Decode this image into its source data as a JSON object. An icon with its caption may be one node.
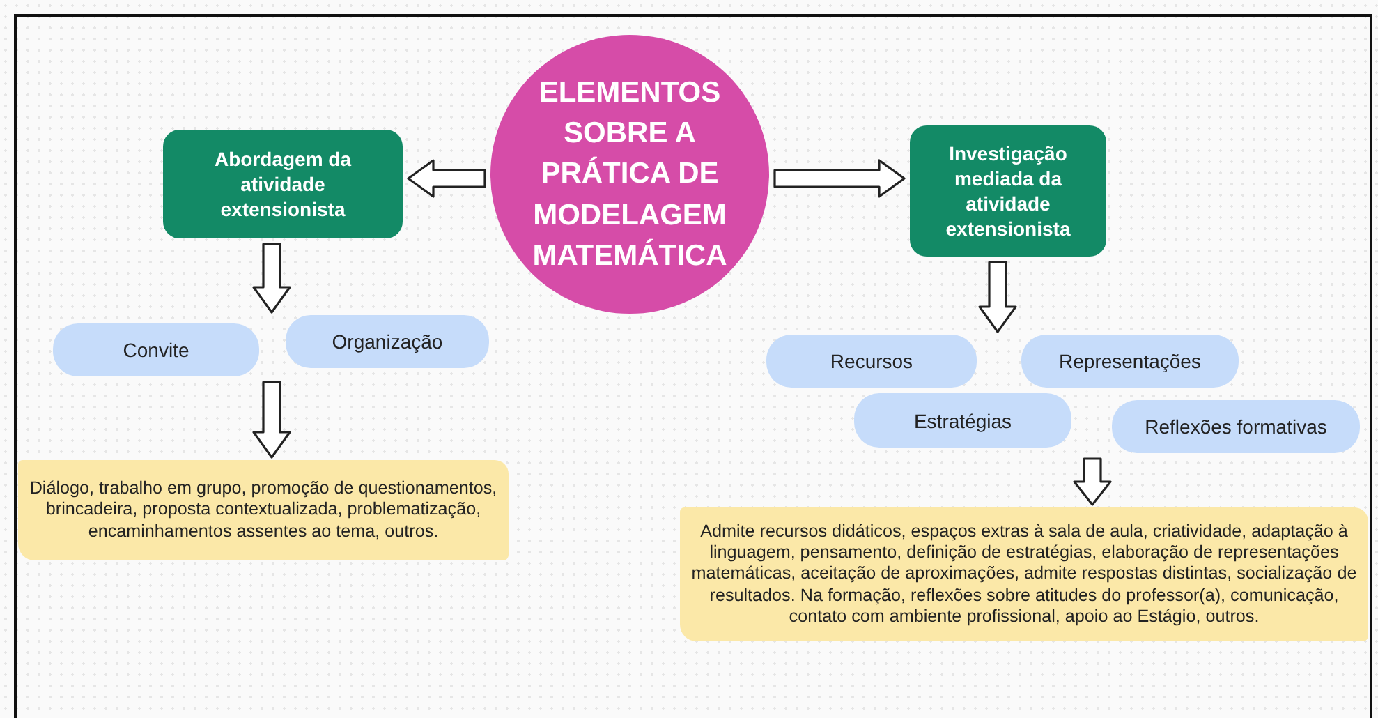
{
  "diagram": {
    "nodes": [
      {
        "text": [
          "ELEMENTOS SOBRE A PRÁTICA DE MODELAGEM MATEMÁTICA"
        ]
      },
      {
        "text": [
          "Abordagem da atividade extensionista"
        ]
      },
      {
        "text": [
          "Investigação mediada da atividade extensionista"
        ]
      },
      {
        "text": [
          "Convite"
        ]
      },
      {
        "text": [
          "Organização"
        ]
      },
      {
        "text": [
          "Diálogo, trabalho em grupo, promoção de questionamentos, brincadeira, proposta contextualizada, problematização, encaminhamentos assentes ao tema, outros."
        ]
      },
      {
        "text": [
          "Recursos"
        ]
      },
      {
        "text": [
          "Representações"
        ]
      },
      {
        "text": [
          "Estratégias"
        ]
      },
      {
        "text": [
          "Reflexões formativas"
        ]
      },
      {
        "text": [
          "Admite recursos didáticos, espaços extras à sala de aula, criatividade, adaptação à linguagem, pensamento, definição de estratégias, elaboração de representações matemáticas, aceitação de aproximações, admite respostas distintas, socialização de resultados. Na formação, reflexões sobre atitudes do professor(a), comunicação, contato com ambiente profissional, apoio ao Estágio, outros."
        ]
      }
    ],
    "edges": [
      {
        "from": 0,
        "to": 1,
        "arrow": "to"
      },
      {
        "from": 0,
        "to": 2,
        "arrow": "to"
      },
      {
        "from": 1,
        "to": 3,
        "arrow": "to"
      },
      {
        "from": 1,
        "to": 4,
        "arrow": "to"
      },
      {
        "from": 3,
        "to": 5,
        "arrow": "to"
      },
      {
        "from": 4,
        "to": 5,
        "arrow": "to"
      },
      {
        "from": 2,
        "to": 6,
        "arrow": "to"
      },
      {
        "from": 2,
        "to": 7,
        "arrow": "to"
      },
      {
        "from": 8,
        "to": 10,
        "arrow": "to"
      },
      {
        "from": 9,
        "to": 10,
        "arrow": "to"
      }
    ]
  }
}
